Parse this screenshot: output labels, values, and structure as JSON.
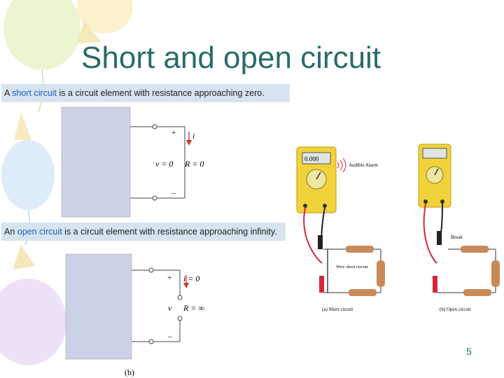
{
  "slide": {
    "title": "Short and open circuit",
    "page_number": "5"
  },
  "short": {
    "caption_pre": "A ",
    "caption_highlight": "short circuit",
    "caption_post": " is a circuit element with resistance approaching zero.",
    "plus": "+",
    "minus": "–",
    "current": "i",
    "voltage": "v = 0",
    "resistance": "R = 0"
  },
  "open": {
    "caption_pre": "An ",
    "caption_highlight": "open circuit",
    "caption_post": " is a circuit element with resistance approaching infinity.",
    "plus": "+",
    "minus": "–",
    "current": "i = 0",
    "voltage": "v",
    "resistance": "R = ∞",
    "figure_label": "(b)"
  },
  "photo": {
    "meter_display": "0.000",
    "audible_alarm": "Audible Alarm",
    "wire_label": "Wire short circuit",
    "break_label": "Break",
    "caption_a": "(a) Short circuit",
    "caption_b": "(b) Open circuit"
  },
  "colors": {
    "title": "#2a6b6b",
    "caption_bg": "#d7e3ee",
    "caption_highlight": "#1f5fbf",
    "box_fill": "#cbd1e6",
    "meter_yellow": "#f2d23a",
    "probe_red": "#d8263a"
  }
}
